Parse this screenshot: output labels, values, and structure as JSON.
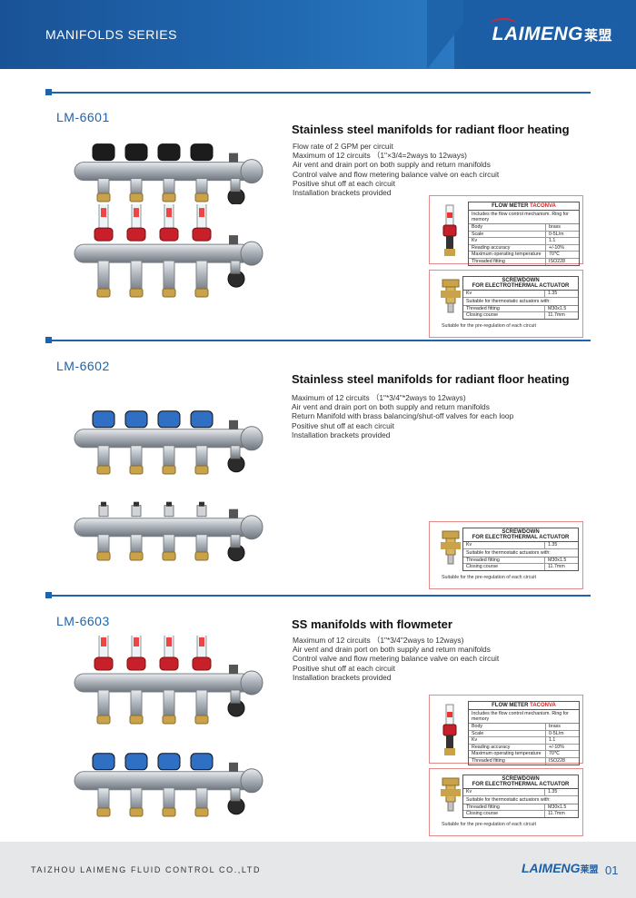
{
  "header": {
    "title": "MANIFOLDS SERIES",
    "logo_text": "LAIMENG",
    "logo_cn": "莱盟"
  },
  "products": [
    {
      "model": "LM-6601",
      "title": "Stainless steel manifolds for radiant floor heating",
      "features": [
        "Flow rate of 2 GPM per circuit",
        "Maximum of 12 circuits （1\"×3/4=2ways  to  12ways)",
        "Air vent and drain port on both supply and return manifolds",
        "Control valve and flow metering balance valve on each circuit",
        "Positive shut off at each circuit",
        "Installation brackets provided"
      ]
    },
    {
      "model": "LM-6602",
      "title": "Stainless steel manifolds for radiant floor heating",
      "features": [
        "Maximum of 12 circuits  （1\"*3/4\"*2ways  to 12ways)",
        "Air vent and drain port on both supply and return manifolds",
        "Return Manifold with brass balancing/shut-off valves for each loop",
        "Positive shut off at each circuit",
        "Installation brackets provided"
      ]
    },
    {
      "model": "LM-6603",
      "title": "SS  manifolds  with  flowmeter",
      "features": [
        "Maximum of 12 circuits  （1\"*3/4\"2ways to 12ways)",
        "Air vent and drain port on both supply and return manifolds",
        "Control valve and flow metering balance valve on each circuit",
        "Positive shut off at each circuit",
        "Installation brackets provided"
      ]
    }
  ],
  "flow_meter": {
    "title_a": "FLOW METER ",
    "title_b": "TACONVA",
    "note": "Includes the flow control mechanism. Ring for memory",
    "rows": [
      [
        "Body",
        "brass"
      ],
      [
        "Scale",
        "0-5L/m"
      ],
      [
        "Kv",
        "1.1"
      ],
      [
        "Reading accuracy",
        "+/-10%"
      ],
      [
        "Maximum operating temperature",
        "70℃"
      ],
      [
        "Threaded fitting",
        "ISO228"
      ]
    ]
  },
  "screwdown": {
    "title_a": "SCREWDOWN",
    "title_b": "FOR  ELECTROTHERMAL  ACTUATOR",
    "kv_label": "Kv",
    "kv_value": "1.35",
    "note": "Suitable for thermostatic actuators with:",
    "rows": [
      [
        "Threaded fitting",
        "M30x1.5"
      ],
      [
        "Closing course",
        "11.7mm"
      ]
    ],
    "caption": "Suitable for the pre-regulation of each circuit"
  },
  "footer": {
    "company": "TAIZHOU LAIMENG FLUID CONTROL CO.,LTD",
    "logo_text": "LAIMENG",
    "logo_cn": "莱盟",
    "page": "01"
  },
  "colors": {
    "brand_blue": "#1d5fa4",
    "knob_black": "#1c1c1c",
    "knob_red": "#c8202a",
    "knob_blue": "#2f6fc4",
    "steel": "#b9bec4",
    "brass": "#c9a24a"
  }
}
